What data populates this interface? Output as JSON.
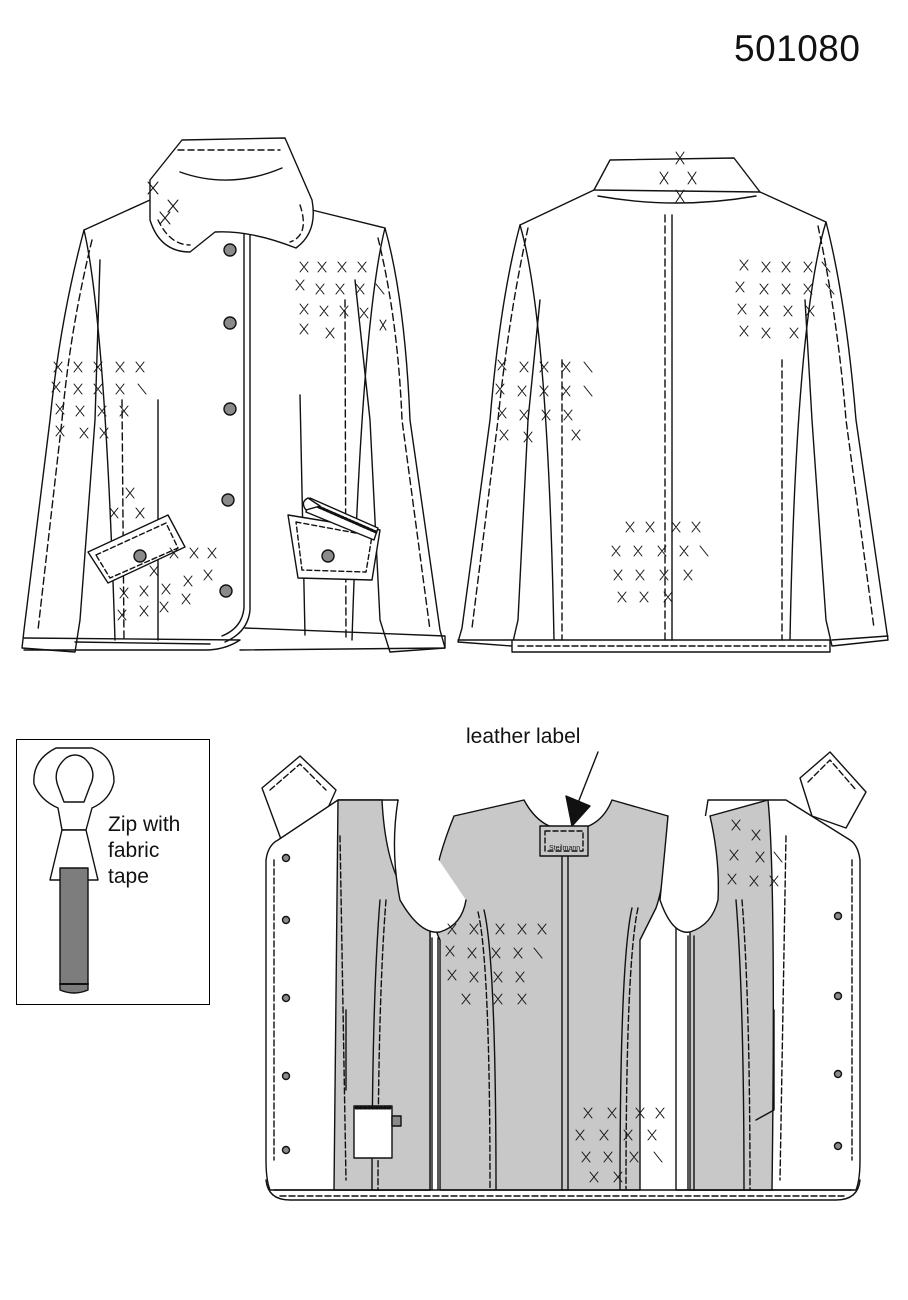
{
  "sheet": {
    "article_number": "501080"
  },
  "views": {
    "front": {
      "icon": "jacket-front-icon"
    },
    "back": {
      "icon": "jacket-back-icon"
    },
    "inside": {
      "icon": "jacket-inside-open-icon"
    }
  },
  "callouts": {
    "leather_label": "leather  label",
    "brand_tag": "Steilmann"
  },
  "zip_detail": {
    "line1": "Zip with",
    "line2": "fabric",
    "line3": "tape",
    "icon": "zip-puller-icon"
  },
  "colors": {
    "lining": "#c8c8c8",
    "button": "#8a8a8a",
    "tape": "#7d7d7d",
    "line": "#111111"
  }
}
